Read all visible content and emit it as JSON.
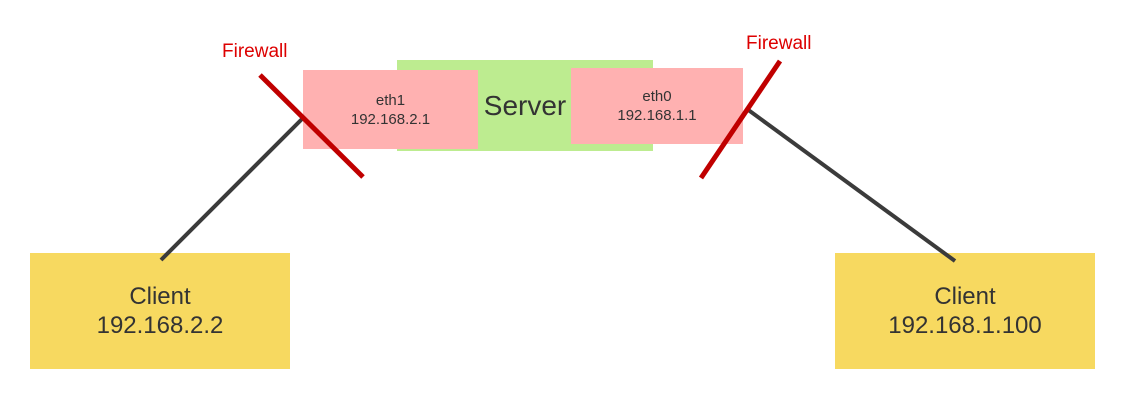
{
  "diagram": {
    "title": "server-with-two-firewalled-interfaces",
    "server": {
      "label": "Server",
      "color": "#bdec90"
    },
    "interfaces": [
      {
        "name": "eth1",
        "ip": "192.168.2.1",
        "color": "#ffb1b1",
        "side": "left"
      },
      {
        "name": "eth0",
        "ip": "192.168.1.1",
        "color": "#ffb1b1",
        "side": "right"
      }
    ],
    "clients": [
      {
        "label": "Client",
        "ip": "192.168.2.2",
        "color": "#f7d960",
        "side": "left"
      },
      {
        "label": "Client",
        "ip": "192.168.1.100",
        "color": "#f7d960",
        "side": "right"
      }
    ],
    "firewalls": [
      {
        "label": "Firewall",
        "side": "left"
      },
      {
        "label": "Firewall",
        "side": "right"
      }
    ],
    "connections": [
      {
        "from": "Client 192.168.2.2",
        "to": "eth1 192.168.2.1",
        "blocked_by": "Firewall"
      },
      {
        "from": "Client 192.168.1.100",
        "to": "eth0 192.168.1.1",
        "blocked_by": "Firewall"
      }
    ],
    "colors": {
      "background": "#ffffff",
      "server_green": "#bdec90",
      "interface_pink": "#ffb1b1",
      "client_yellow": "#f7d960",
      "firewall_red_text": "#dd0000",
      "firewall_slash_red": "#c00000",
      "connection_line_dark": "#3b3b3b",
      "box_text": "#333333"
    }
  }
}
